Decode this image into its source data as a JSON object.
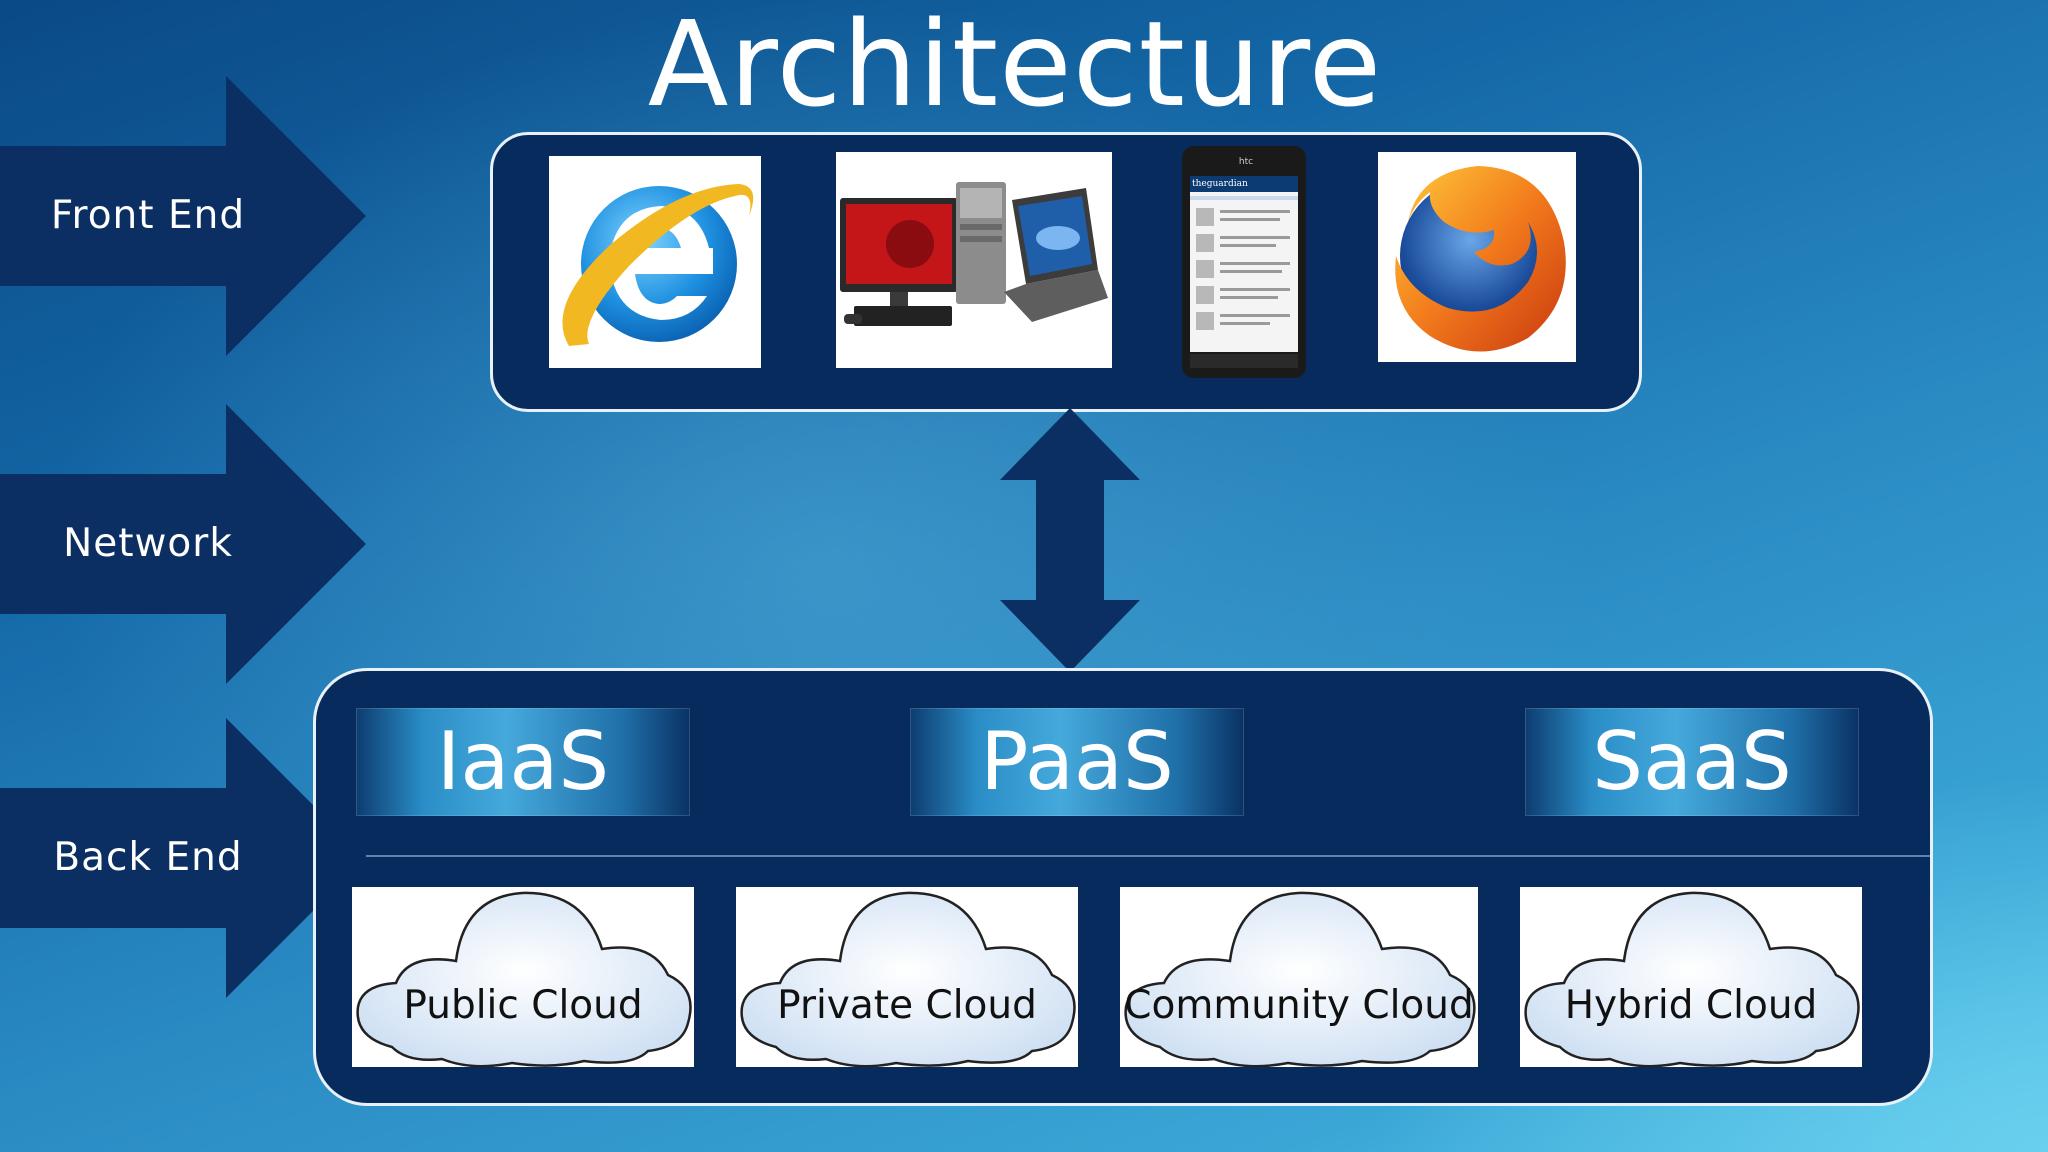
{
  "title": "Architecture",
  "layers": [
    {
      "label": "Front End"
    },
    {
      "label": "Network"
    },
    {
      "label": "Back End"
    }
  ],
  "front_end_devices": [
    "internet-explorer-icon",
    "desktop-and-laptop-icon",
    "smartphone-icon",
    "firefox-icon"
  ],
  "phone_screen": {
    "brand": "htc",
    "site": "theguardian"
  },
  "service_models": [
    "IaaS",
    "PaaS",
    "SaaS"
  ],
  "deployment_models": [
    "Public Cloud",
    "Private Cloud",
    "Community Cloud",
    "Hybrid Cloud"
  ],
  "colors": {
    "panel": "#082b5e",
    "arrow": "#0b2f62",
    "background": "#1e78b8"
  }
}
